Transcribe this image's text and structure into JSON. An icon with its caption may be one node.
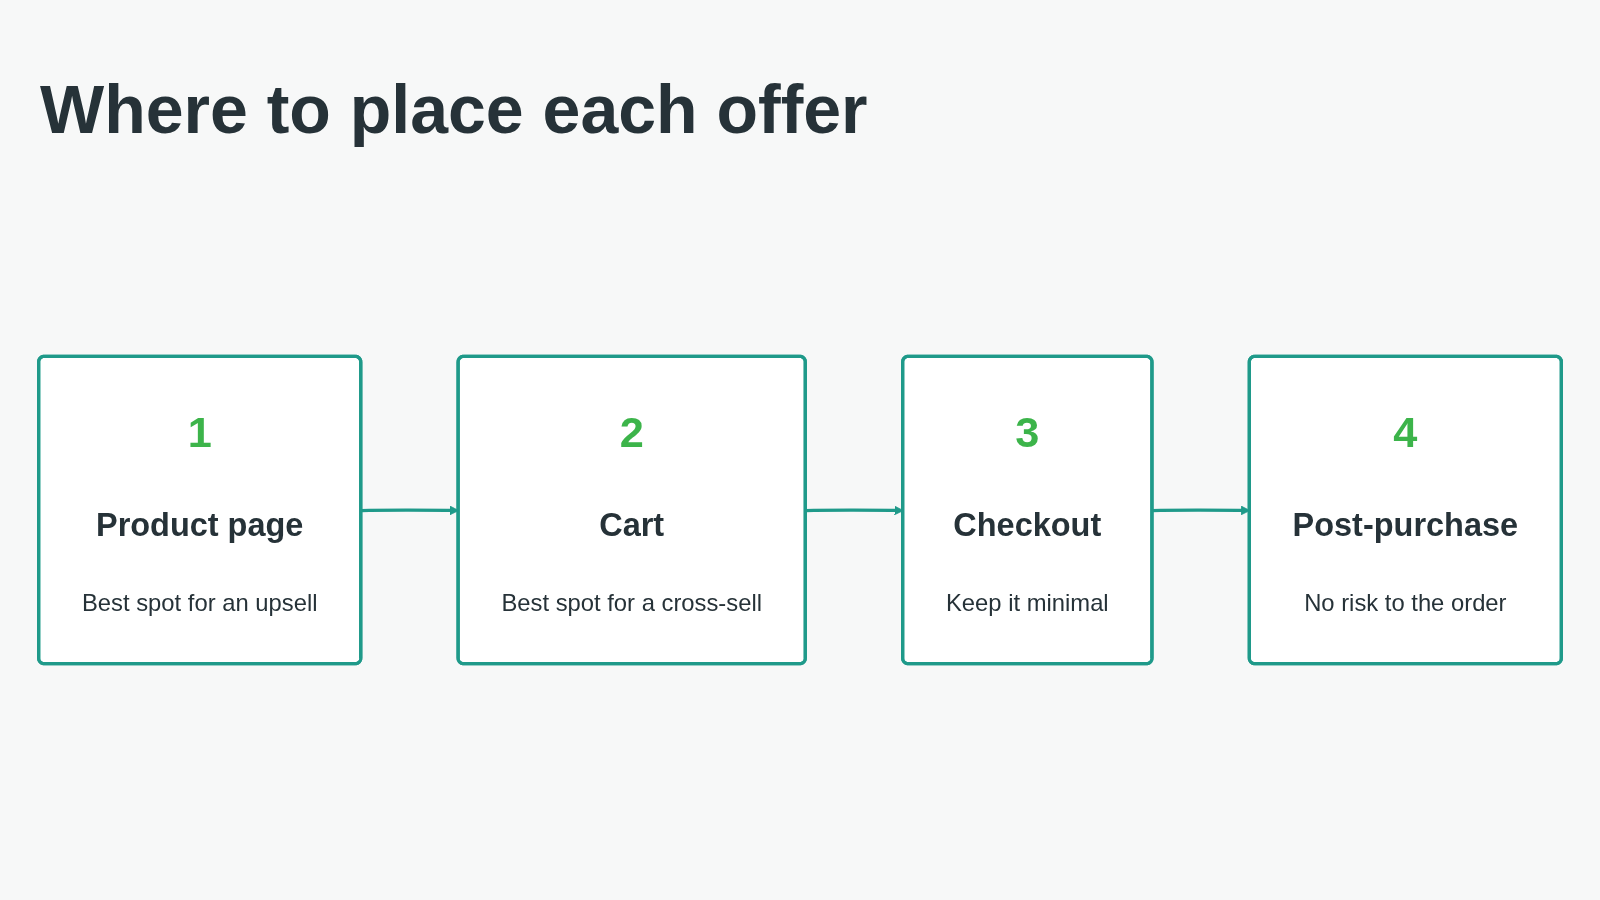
{
  "diagram": {
    "title": "Where to place each offer",
    "nodes": [
      {
        "text": [
          "1",
          "Product page",
          "Best spot for an upsell"
        ]
      },
      {
        "text": [
          "2",
          "Cart",
          "Best spot for a cross-sell"
        ]
      },
      {
        "text": [
          "3",
          "Checkout",
          "Keep it minimal"
        ]
      },
      {
        "text": [
          "4",
          "Post-purchase",
          "No risk to the order"
        ]
      }
    ],
    "edges": [
      {
        "from": 0,
        "to": 1,
        "arrow": "to"
      },
      {
        "from": 1,
        "to": 2,
        "arrow": "to"
      },
      {
        "from": 2,
        "to": 3,
        "arrow": "to"
      }
    ]
  }
}
